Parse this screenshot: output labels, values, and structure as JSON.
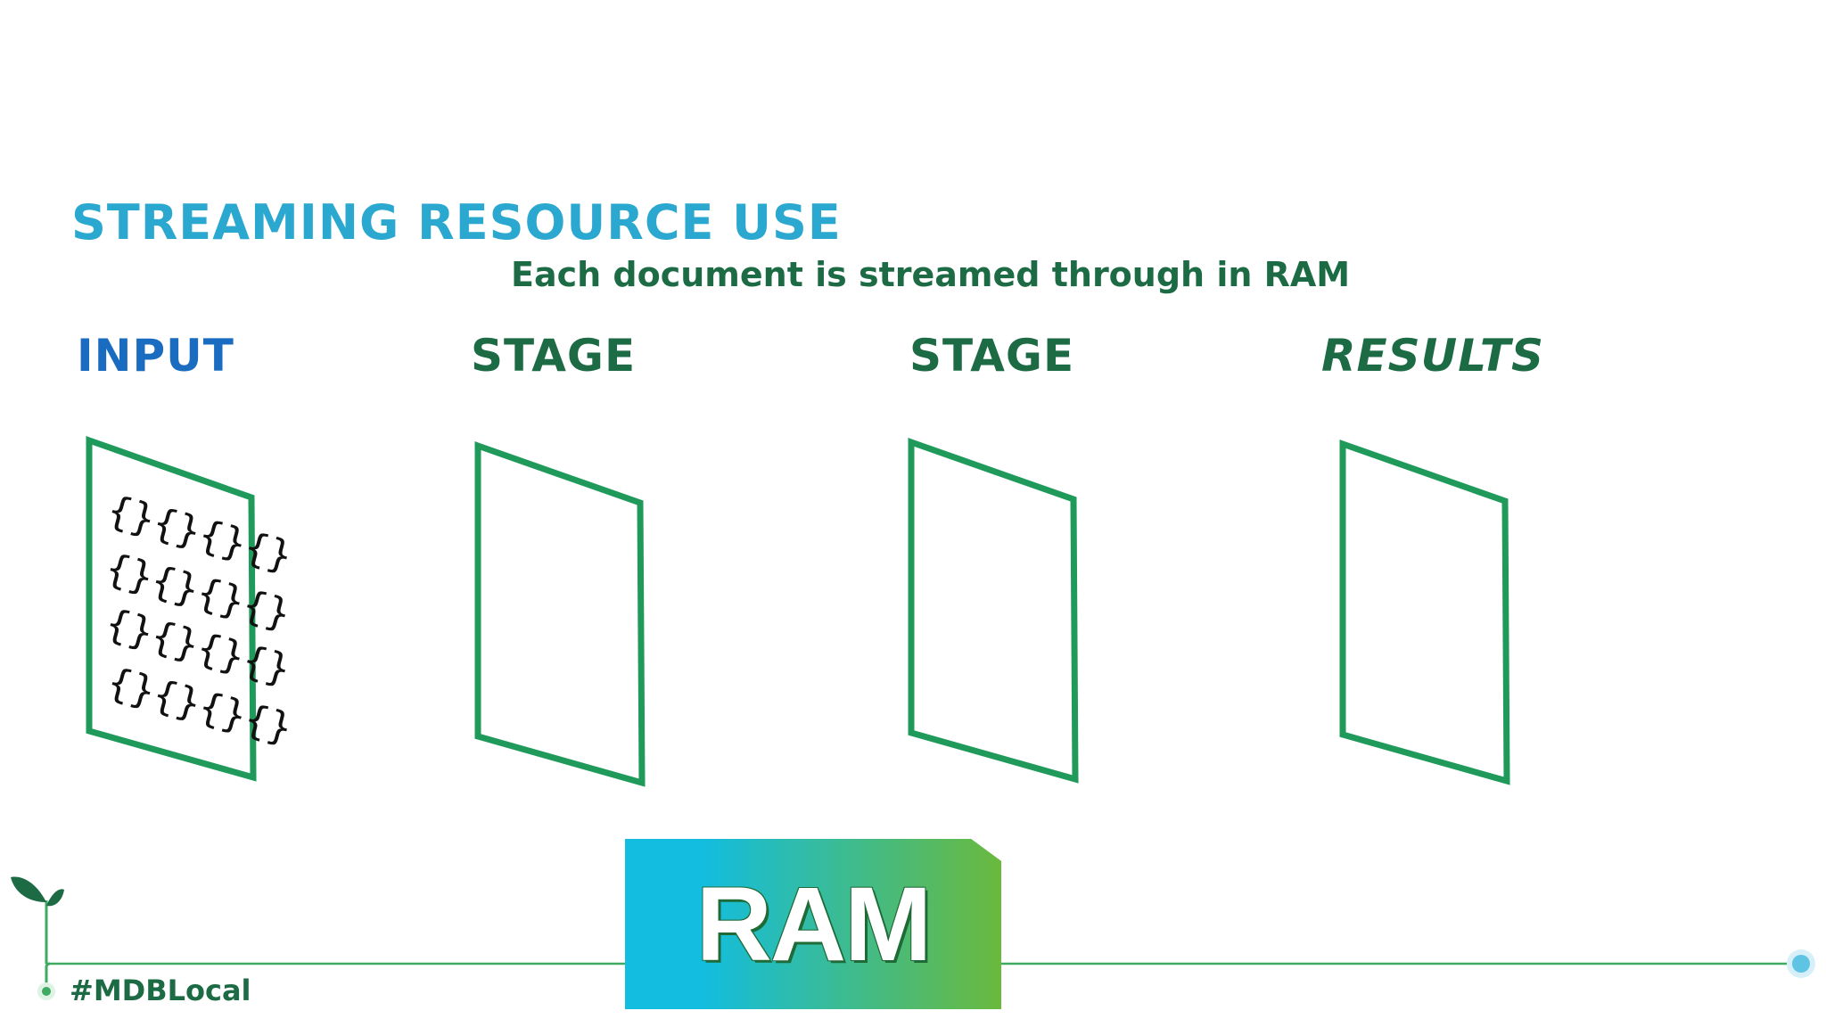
{
  "slide": {
    "title": "STREAMING RESOURCE USE",
    "subtitle": "Each document is streamed through in RAM",
    "hashtag": "#MDBLocal"
  },
  "stages": [
    {
      "label": "INPUT",
      "has_documents": true
    },
    {
      "label": "STAGE",
      "has_documents": false
    },
    {
      "label": "STAGE",
      "has_documents": false
    },
    {
      "label": "RESULTS",
      "has_documents": false
    }
  ],
  "document_glyphs": [
    "{}{}{}{}",
    "{}{}{}{}",
    "{}{}{}{}",
    "{}{}{}{}"
  ],
  "ram": {
    "label": "RAM"
  },
  "colors": {
    "title": "#2ba8cf",
    "dark_green": "#1c6b45",
    "input_blue": "#1a6cc0",
    "frame_green": "#1f9a5a",
    "gradient_start": "#12bde0",
    "gradient_end": "#6ab93d",
    "timeline": "#3faa62",
    "timeline_end": "#5fc3e4"
  }
}
